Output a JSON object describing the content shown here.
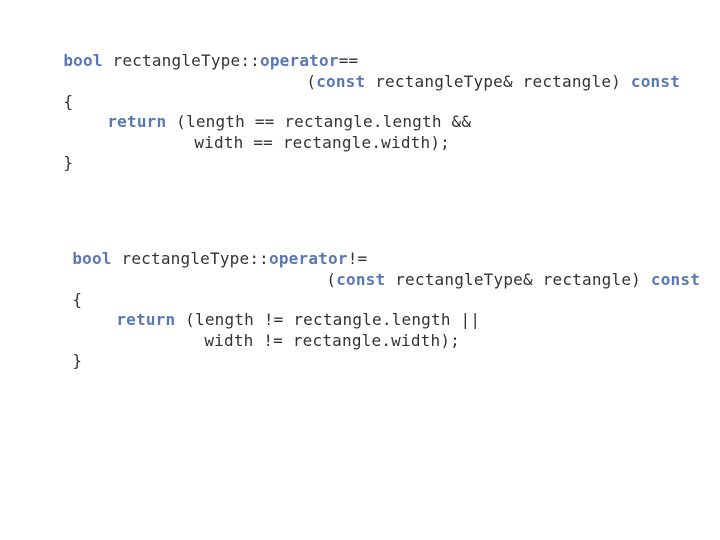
{
  "colors": {
    "keyword": "#5a78b4",
    "text": "#333333",
    "background": "#ffffff"
  },
  "block1": {
    "lines": [
      [
        {
          "t": "bool",
          "k": true
        },
        {
          "t": " rectangleType::",
          "k": false
        },
        {
          "t": "operator",
          "k": true
        },
        {
          "t": "==",
          "k": false
        }
      ],
      [
        {
          "t": "(",
          "k": false
        },
        {
          "t": "const",
          "k": true
        },
        {
          "t": " rectangleType& rectangle) ",
          "k": false
        },
        {
          "t": "const",
          "k": true
        }
      ],
      [
        {
          "t": "{",
          "k": false
        }
      ],
      [
        {
          "t": "return",
          "k": true
        },
        {
          "t": " (length == rectangle.length &&",
          "k": false
        }
      ],
      [
        {
          "t": "width == rectangle.width);",
          "k": false
        }
      ],
      [
        {
          "t": "}",
          "k": false
        }
      ]
    ]
  },
  "block2": {
    "lines": [
      [
        {
          "t": "bool",
          "k": true
        },
        {
          "t": " rectangleType::",
          "k": false
        },
        {
          "t": "operator",
          "k": true
        },
        {
          "t": "!=",
          "k": false
        }
      ],
      [
        {
          "t": "(",
          "k": false
        },
        {
          "t": "const",
          "k": true
        },
        {
          "t": " rectangleType& rectangle) ",
          "k": false
        },
        {
          "t": "const",
          "k": true
        }
      ],
      [
        {
          "t": "{",
          "k": false
        }
      ],
      [
        {
          "t": "return",
          "k": true
        },
        {
          "t": " (length != rectangle.length ||",
          "k": false
        }
      ],
      [
        {
          "t": "width != rectangle.width);",
          "k": false
        }
      ],
      [
        {
          "t": "}",
          "k": false
        }
      ]
    ]
  }
}
